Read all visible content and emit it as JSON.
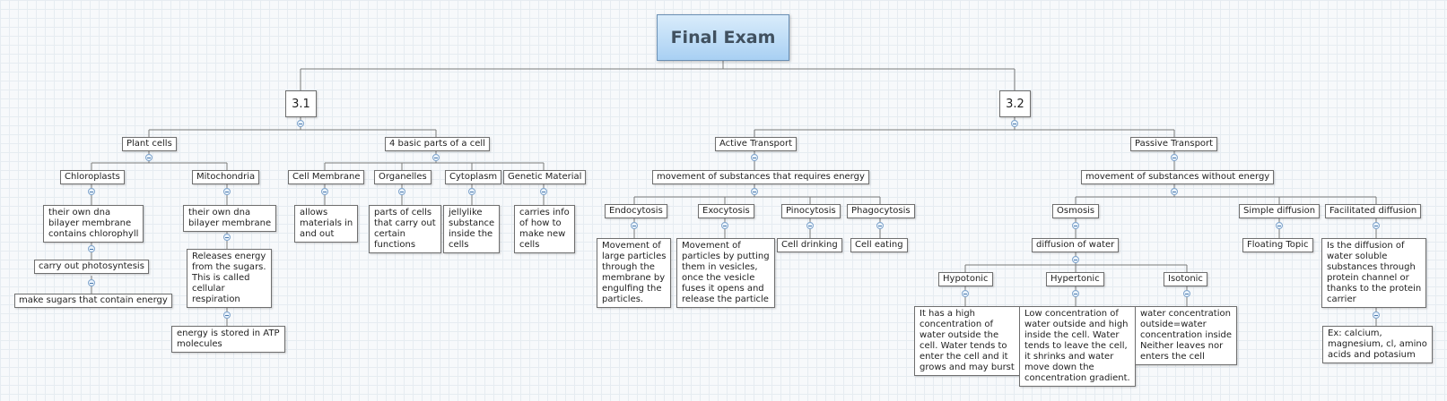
{
  "root": "Final Exam",
  "sections": {
    "s1": "3.1",
    "s2": "3.2"
  },
  "plant_cells": {
    "title": "Plant cells",
    "chloroplasts": "Chloroplasts",
    "chloro_text1": "their own dna\nbilayer membrane\ncontains chlorophyll",
    "chloro_text2": "carry out photosyntesis",
    "chloro_text3": "make sugars that contain energy",
    "mitochondria": "Mitochondria",
    "mito_text1": "their own dna\nbilayer membrane",
    "mito_text2": "Releases energy\nfrom the sugars.\nThis is called\ncellular\nrespiration",
    "mito_text3": "energy is stored in ATP\nmolecules"
  },
  "basic_parts": {
    "title": "4 basic parts of a cell",
    "membrane": "Cell Membrane",
    "membrane_text": "allows\nmaterials in\nand out",
    "organelles": "Organelles",
    "organelles_text": "parts of cells\nthat carry out\ncertain\nfunctions",
    "cytoplasm": "Cytoplasm",
    "cytoplasm_text": "jellylike\nsubstance\ninside the\ncells",
    "genetic": "Genetic Material",
    "genetic_text": "carries info\nof how to\nmake new\ncells"
  },
  "active": {
    "title": "Active Transport",
    "def": "movement of substances that requires energy",
    "endocytosis": "Endocytosis",
    "endocytosis_text": "Movement of\nlarge particles\nthrough the\nmembrane by\nengulfing the\nparticles.",
    "exocytosis": "Exocytosis",
    "exocytosis_text": "Movement of\nparticles by putting\nthem in vesicles,\nonce the vesicle\nfuses it opens and\nrelease the particle",
    "pinocytosis": "Pinocytosis",
    "pinocytosis_text": "Cell drinking",
    "phagocytosis": "Phagocytosis",
    "phagocytosis_text": "Cell eating"
  },
  "passive": {
    "title": "Passive Transport",
    "def": "movement of substances without energy",
    "osmosis": "Osmosis",
    "osmosis_def": "diffusion of water",
    "hypotonic": "Hypotonic",
    "hypotonic_text": "It has a high\nconcentration of\nwater outside the\ncell. Water tends to\nenter the cell and it\ngrows and may burst",
    "hypertonic": "Hypertonic",
    "hypertonic_text": "Low concentration of\nwater outside and high\ninside the cell. Water\ntends to leave the cell,\nit shrinks and water\nmove down the\nconcentration gradient.",
    "isotonic": "Isotonic",
    "isotonic_text": "water concentration\noutside=water\nconcentration inside\nNeither leaves nor\nenters the cell",
    "simple": "Simple diffusion",
    "simple_text": "Floating Topic",
    "facilitated": "Facilitated diffusion",
    "facilitated_text1": "Is the diffusion of\nwater soluble\nsubstances through\nprotein channel or\nthanks to the protein\ncarrier",
    "facilitated_text2": "Ex: calcium,\nmagnesium, cl, amino\nacids and potasium"
  }
}
